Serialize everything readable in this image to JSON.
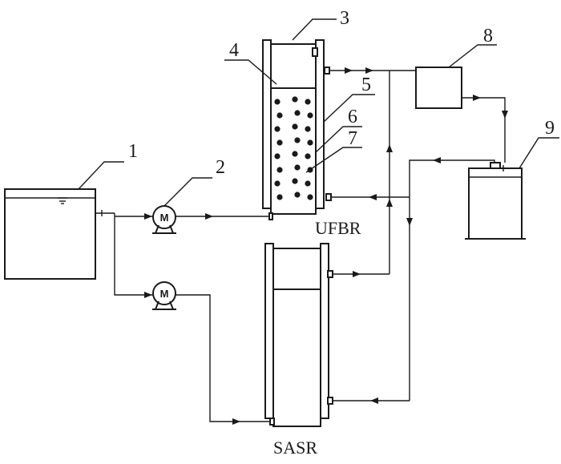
{
  "callouts": [
    "1",
    "2",
    "3",
    "4",
    "5",
    "6",
    "7",
    "8",
    "9"
  ],
  "reactor_labels": {
    "upper": "UFBR",
    "lower": "SASR"
  },
  "pump_symbol": "M",
  "icons": [
    "pump-icon",
    "flow-arrow-icon"
  ]
}
